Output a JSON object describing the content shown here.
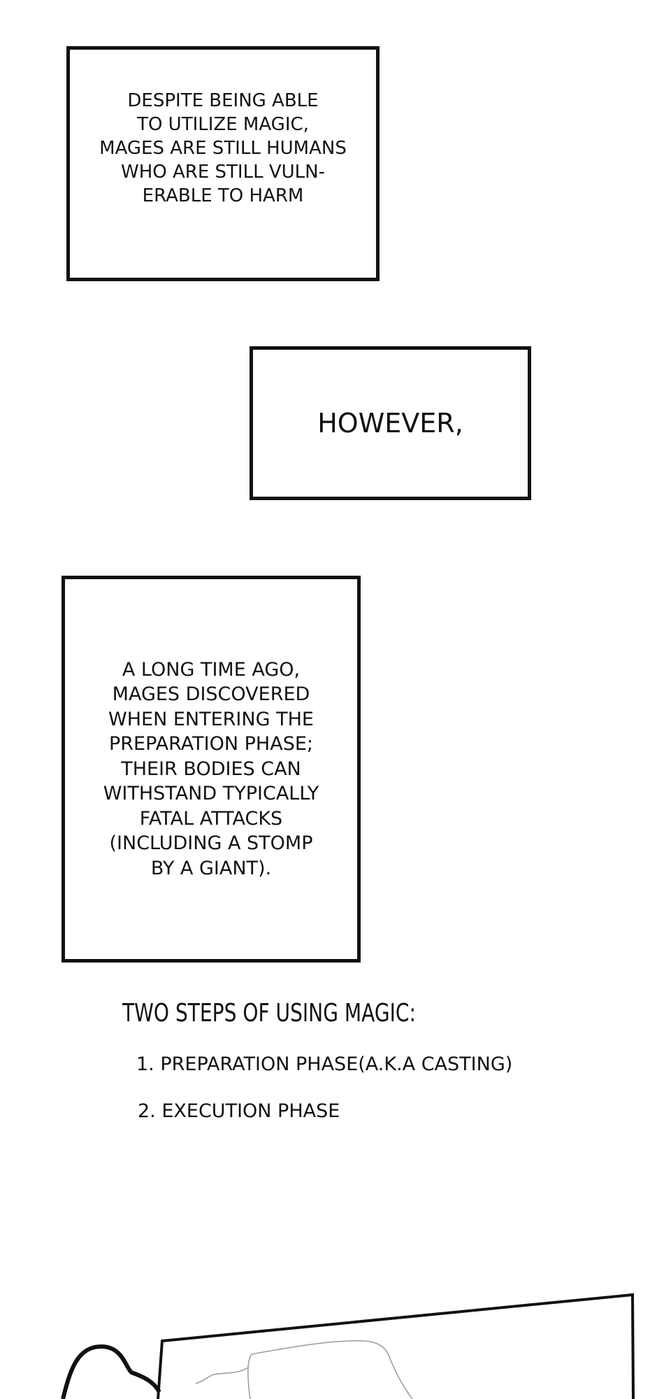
{
  "captions": {
    "box1": "Despite being able\nto utilize magic,\nmages are still humans\nwho are still vuln-\nerable to harm",
    "box2": "However,",
    "box3": "A long time ago,\nmages discovered\nwhen entering the\npreparation phase;\ntheir bodies can\nwithstand typically\nfatal attacks\n(including a stomp\nby a giant)."
  },
  "steps": {
    "heading": "TWO STEPS OF USING MAGIC:",
    "items": [
      "1. PREPARATION PHASE(A.K.A CASTING)",
      "2. EXECUTION PHASE"
    ]
  }
}
